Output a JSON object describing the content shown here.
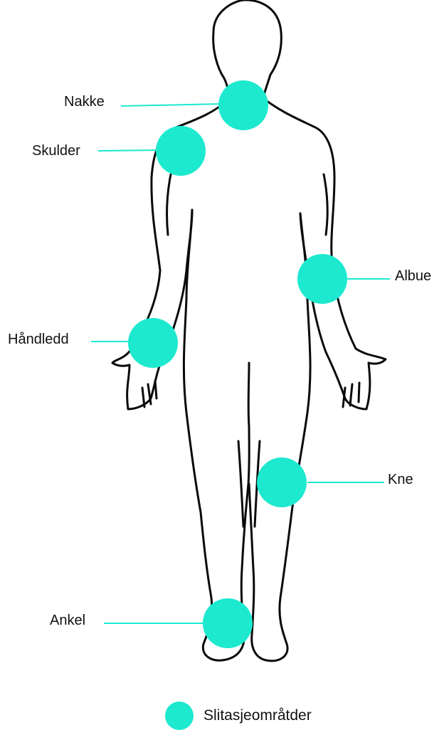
{
  "colors": {
    "highlight": "#1de9cf",
    "outline": "#0a0a0a",
    "leader": "#1de9cf"
  },
  "labels": {
    "neck": "Nakke",
    "shoulder": "Skulder",
    "wrist": "Håndledd",
    "elbow": "Albue",
    "knee": "Kne",
    "ankle": "Ankel"
  },
  "legend": {
    "label": "Slitasjeområtder",
    "icon": "teal-circle-icon"
  }
}
